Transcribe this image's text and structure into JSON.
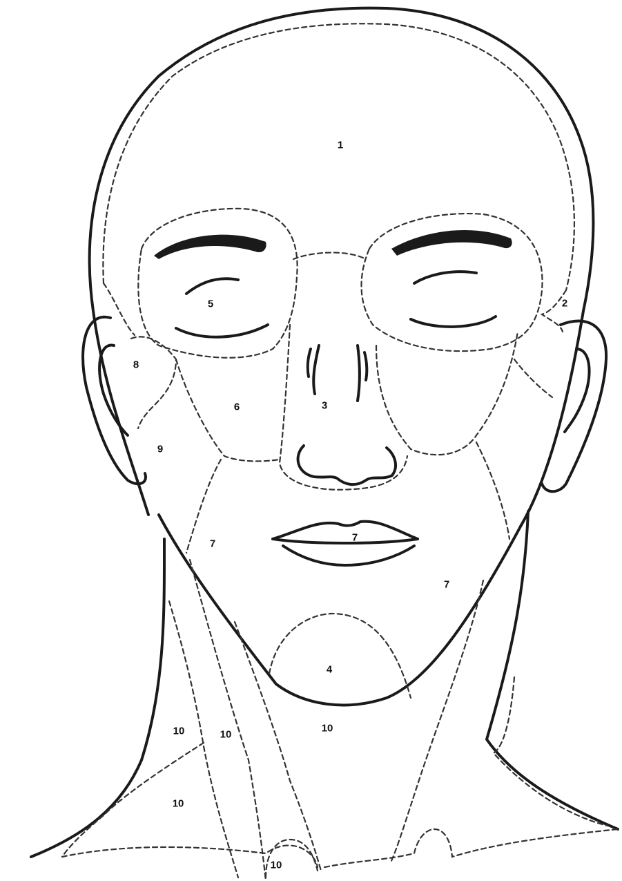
{
  "labels": [
    {
      "text": "1"
    },
    {
      "text": "2"
    },
    {
      "text": "3"
    },
    {
      "text": "4"
    },
    {
      "text": "5"
    },
    {
      "text": "6"
    },
    {
      "text": "7"
    },
    {
      "text": "7"
    },
    {
      "text": "7"
    },
    {
      "text": "8"
    },
    {
      "text": "9"
    },
    {
      "text": "10"
    },
    {
      "text": "10"
    },
    {
      "text": "10"
    },
    {
      "text": "10"
    },
    {
      "text": "10"
    }
  ]
}
